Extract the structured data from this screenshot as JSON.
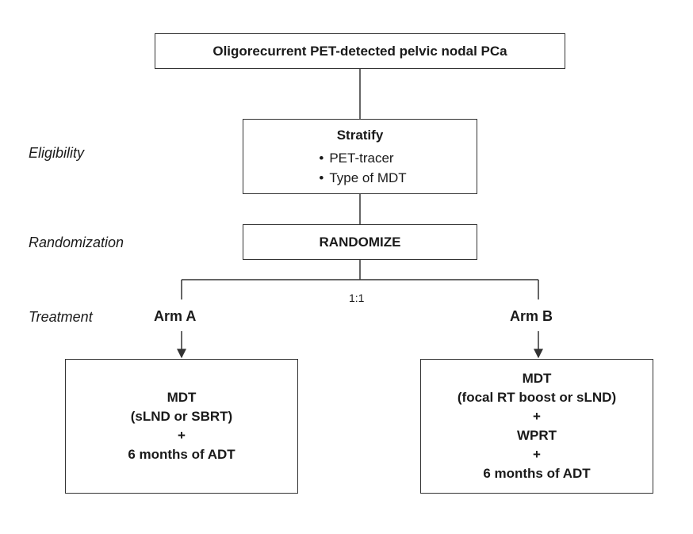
{
  "top_box": {
    "title": "Oligorecurrent PET-detected pelvic nodal PCa"
  },
  "stratify_box": {
    "title": "Stratify",
    "bullets": [
      "PET-tracer",
      "Type of MDT"
    ]
  },
  "randomize_box": {
    "title": "RANDOMIZE"
  },
  "ratio": "1:1",
  "side_labels": {
    "eligibility": "Eligibility",
    "randomization": "Randomization",
    "treatment": "Treatment"
  },
  "arm_a": {
    "label": "Arm A",
    "lines": [
      "MDT",
      "(sLND or SBRT)",
      "+",
      "6 months of ADT"
    ]
  },
  "arm_b": {
    "label": "Arm B",
    "lines": [
      "MDT",
      "(focal RT boost or sLND)",
      "+",
      "WPRT",
      "+",
      "6 months of ADT"
    ]
  }
}
